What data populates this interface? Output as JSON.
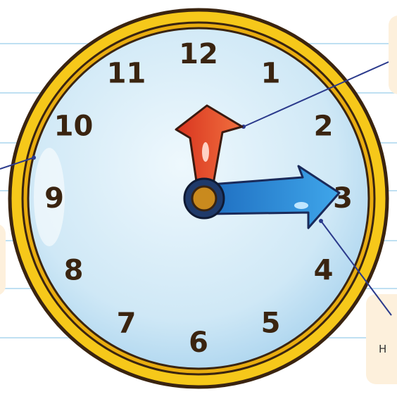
{
  "clock": {
    "numerals": [
      "12",
      "1",
      "2",
      "3",
      "4",
      "5",
      "6",
      "7",
      "8",
      "9",
      "10",
      "11"
    ],
    "time_shown": {
      "hour": 12,
      "minute": 15
    }
  },
  "callouts": {
    "bottom_right_fragment": "H"
  },
  "colors": {
    "frame": "#f6c81a",
    "face": "#cfe8f6",
    "hour_hand": "#e8472a",
    "minute_hand": "#2f8fdc",
    "hub": "#c98a1e",
    "pointer_line": "#2b3a8c",
    "label_box": "#fdf0dc",
    "ruled_line": "#bfe0f2"
  }
}
